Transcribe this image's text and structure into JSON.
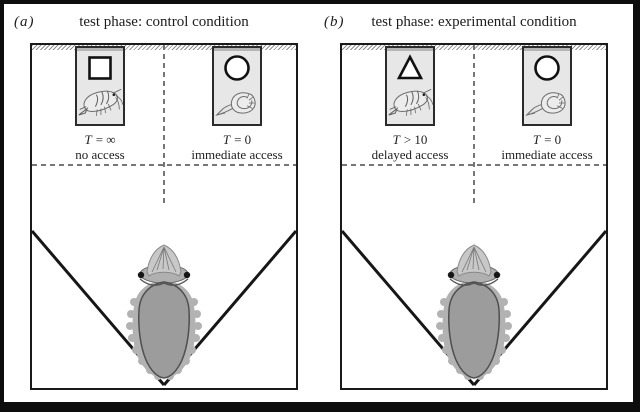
{
  "figure": {
    "type": "experimental-setup-schematic",
    "subject": "cuttlefish delay-of-gratification test arena",
    "panels": [
      {
        "label": "(a)",
        "title": "test phase: control condition",
        "tubes": [
          {
            "symbol": "square",
            "prey_icon": "live-shrimp",
            "t": "T",
            "t_rest": "= ∞",
            "access": "no access"
          },
          {
            "symbol": "circle",
            "prey_icon": "dead-shrimp",
            "t": "T",
            "t_rest": "= 0",
            "access": "immediate access"
          }
        ]
      },
      {
        "label": "(b)",
        "title": "test phase: experimental condition",
        "tubes": [
          {
            "symbol": "triangle",
            "prey_icon": "live-shrimp",
            "t": "T",
            "t_rest": "> 10",
            "access": "delayed access"
          },
          {
            "symbol": "circle",
            "prey_icon": "dead-shrimp",
            "t": "T",
            "t_rest": "= 0",
            "access": "immediate access"
          }
        ]
      }
    ],
    "colors": {
      "frame_black": "#0d0d0d",
      "background": "#ffffff",
      "arena_border": "#1a1a1a",
      "tube_fill": "#e7e7e7",
      "dash_gray": "#767676",
      "cuttlefish_gray": "#9c9c9c",
      "cuttlefish_light_gray": "#b2b2b2"
    }
  }
}
